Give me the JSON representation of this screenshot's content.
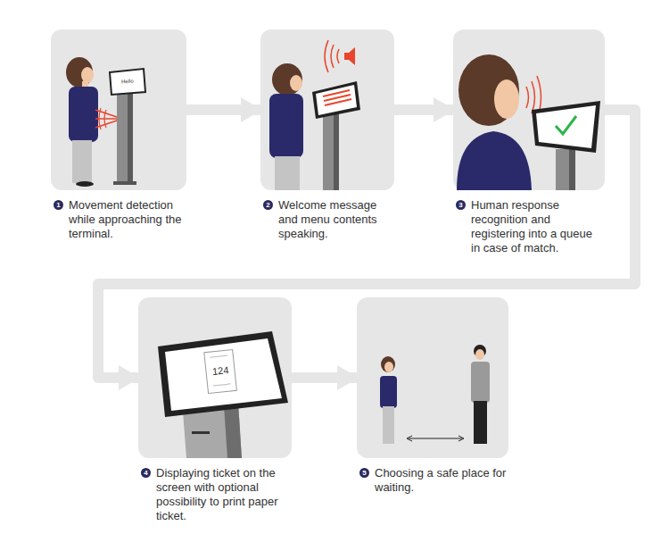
{
  "diagram": {
    "nodes": [
      {
        "text": [
          "Movement detection while approaching the terminal."
        ]
      },
      {
        "text": [
          "Welcome message and menu contents speaking."
        ]
      },
      {
        "text": [
          "Human response recognition and registering into a queue in case of match."
        ]
      },
      {
        "text": [
          "Displaying ticket on the screen with optional possibility to print paper ticket."
        ]
      },
      {
        "text": [
          "Choosing a safe place for waiting."
        ]
      }
    ],
    "edges": [
      {
        "from": 0,
        "to": 1,
        "arrow": "to"
      },
      {
        "from": 1,
        "to": 2,
        "arrow": "to"
      },
      {
        "from": 2,
        "to": 3,
        "arrow": "to"
      },
      {
        "from": 3,
        "to": 4,
        "arrow": "to"
      }
    ],
    "labels": [
      "Hello",
      "1",
      "2",
      "3",
      "124",
      "4",
      "5"
    ]
  }
}
